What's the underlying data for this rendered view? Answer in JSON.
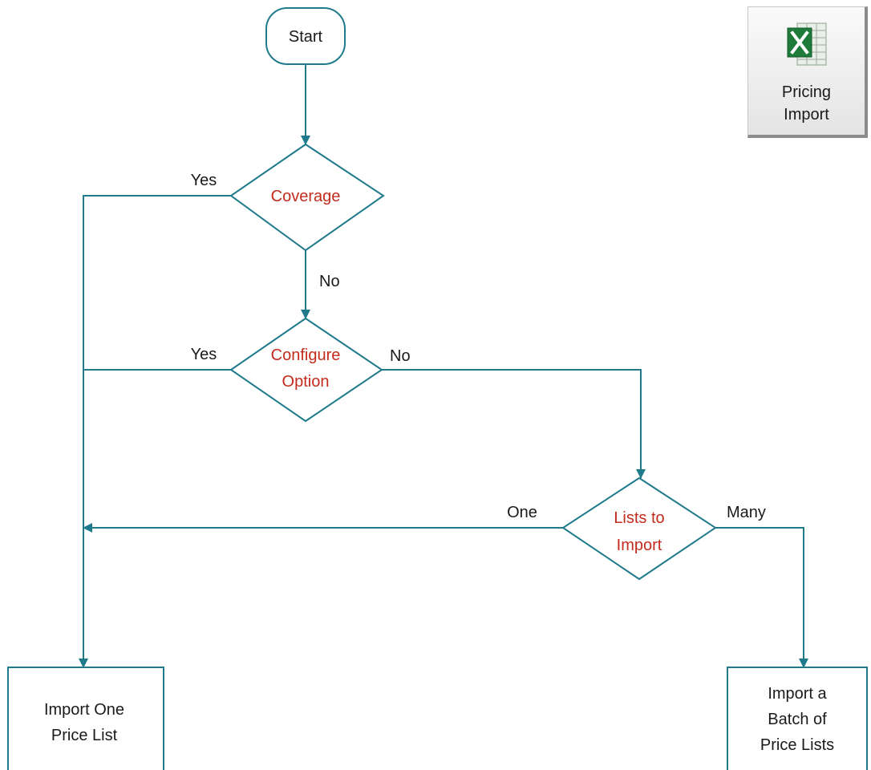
{
  "colors": {
    "connector": "#1f7a8c",
    "decision_text": "#c42b1c",
    "label_text": "#1a1a1a"
  },
  "nodes": {
    "start": {
      "label": "Start"
    },
    "coverage": {
      "label": "Coverage"
    },
    "configure_option": {
      "line1": "Configure",
      "line2": "Option"
    },
    "lists_to_import": {
      "line1": "Lists to",
      "line2": "Import"
    },
    "import_one": {
      "line1": "Import One",
      "line2": "Price List"
    },
    "import_batch": {
      "line1": "Import a",
      "line2": "Batch of",
      "line3": "Price Lists"
    }
  },
  "edges": {
    "coverage_yes": "Yes",
    "coverage_no": "No",
    "configure_yes": "Yes",
    "configure_no": "No",
    "lists_one": "One",
    "lists_many": "Many"
  },
  "button": {
    "line1": "Pricing",
    "line2": "Import",
    "icon": "excel-spreadsheet-icon"
  }
}
